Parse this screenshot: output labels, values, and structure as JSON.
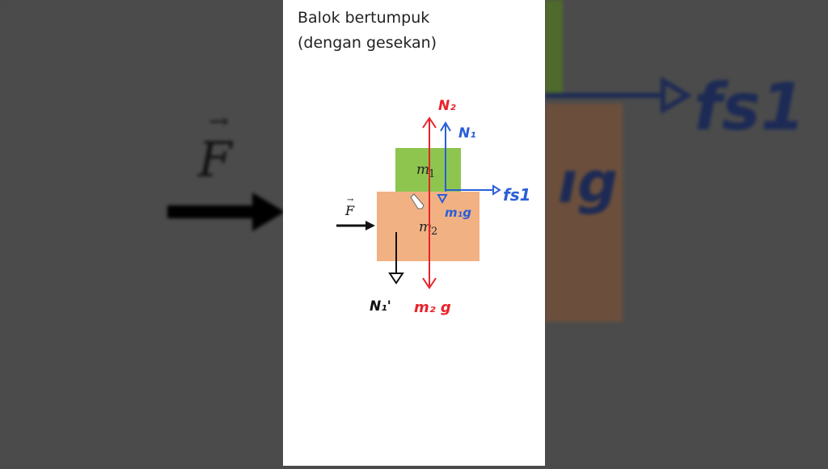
{
  "title_line1": "Balok bertumpuk",
  "title_line2": "(dengan gesekan)",
  "labels": {
    "force": "F",
    "mass1": "m",
    "mass1_sub": "1",
    "mass2": "m",
    "mass2_sub": "2",
    "normal2": "N₂",
    "normal1": "N₁",
    "friction": "fs1",
    "weight1": "m₁g",
    "normal1_reaction": "N₁'",
    "weight2": "m₂ g"
  },
  "colors": {
    "block1": "#8dc54f",
    "block2": "#f2b183",
    "red": "#e8232a",
    "blue": "#2a5fd8",
    "black": "#111111"
  }
}
